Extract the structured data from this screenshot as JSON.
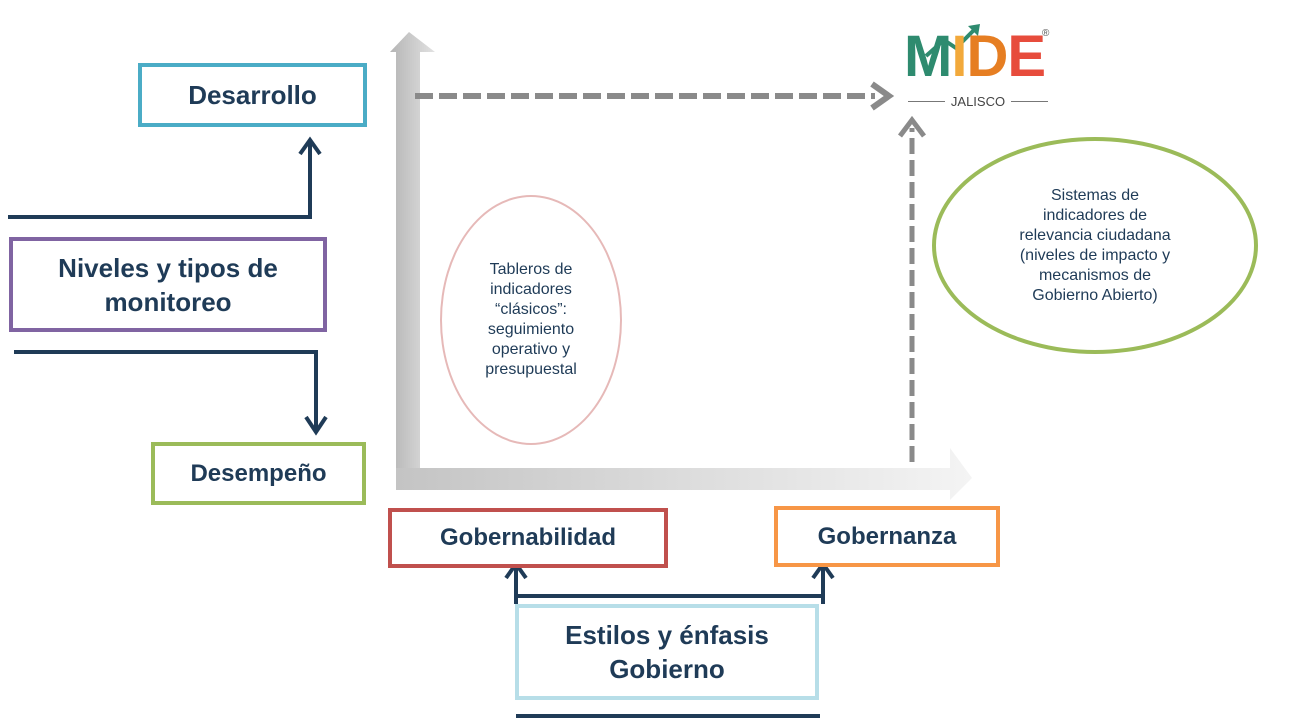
{
  "boxes": {
    "desarrollo": "Desarrollo",
    "niveles": [
      "Niveles y tipos de",
      "monitoreo"
    ],
    "desempeno": "Desempeño",
    "gobernabilidad": "Gobernabilidad",
    "gobernanza": "Gobernanza",
    "estilos": [
      "Estilos y énfasis",
      "Gobierno"
    ]
  },
  "ellipses": {
    "tableros": [
      "Tableros de",
      "indicadores",
      "“clásicos”:",
      "seguimiento",
      "operativo y",
      "presupuestal"
    ],
    "sistemas": [
      "Sistemas de",
      "indicadores de",
      "relevancia ciudadana",
      "(niveles de impacto y",
      "mecanismos de",
      "Gobierno Abierto)"
    ]
  },
  "logo": {
    "letters": [
      "M",
      "I",
      "D",
      "E"
    ],
    "subtitle": "JALISCO",
    "registered": "®"
  },
  "colors": {
    "desarrollo": "#4bacc6",
    "niveles": "#8064a2",
    "desempeno": "#9bbb59",
    "gobernabilidad": "#c0504d",
    "gobernanza": "#f79646",
    "estilos": "#b7dee8",
    "connector": "#1f3b57",
    "axis": "#c8c8c8"
  }
}
